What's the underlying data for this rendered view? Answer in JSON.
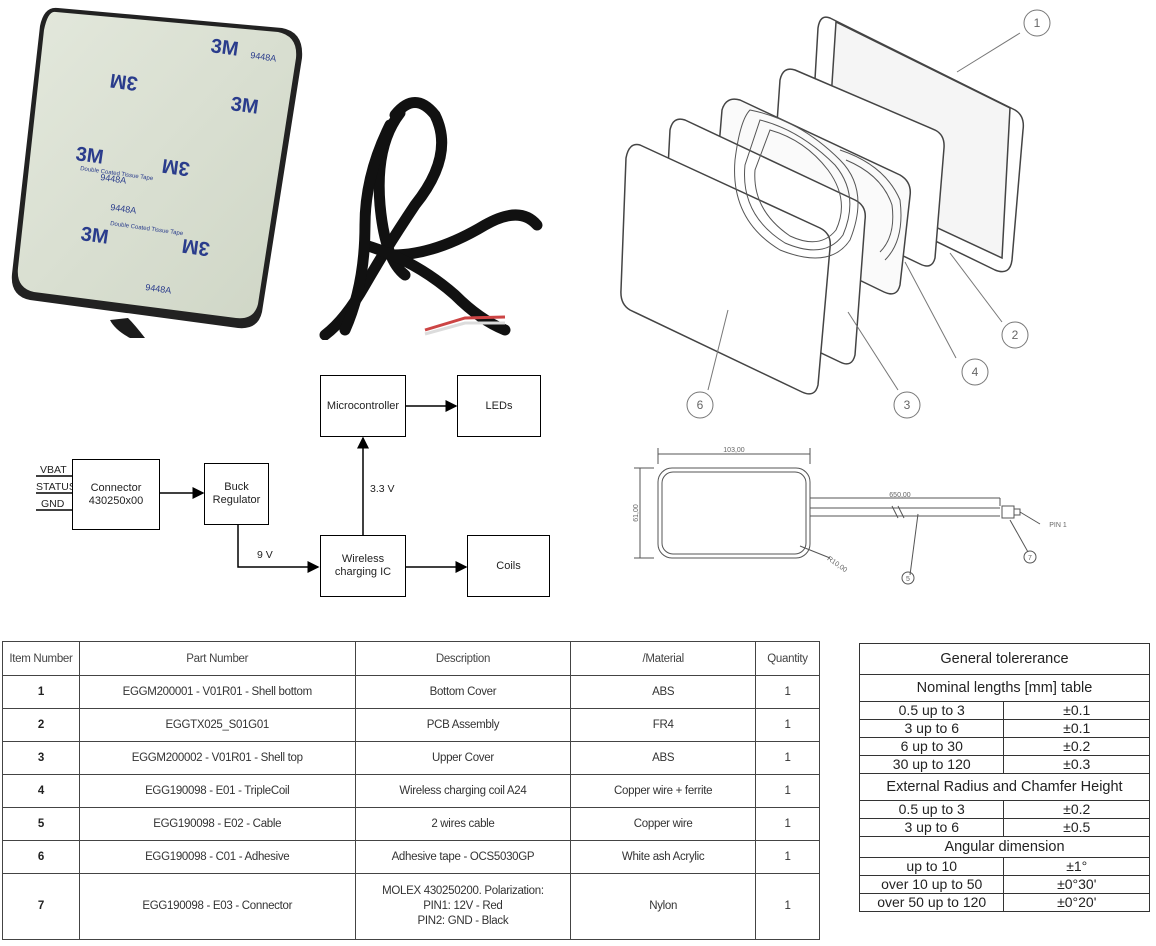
{
  "photo_pad": {
    "brand": "3M",
    "code": "9448A",
    "text": "Double Coated Tissue Tape"
  },
  "exploded_view": {
    "callouts": [
      "1",
      "2",
      "3",
      "4",
      "6"
    ]
  },
  "block_diagram": {
    "inputs": [
      "VBAT",
      "STATUS",
      "GND"
    ],
    "connector": "Connector 430250x00",
    "buck": "Buck Regulator",
    "mcu": "Microcontroller",
    "leds": "LEDs",
    "wireless_ic": "Wireless charging IC",
    "coils": "Coils",
    "voltage_9v": "9 V",
    "voltage_33v": "3.3 V"
  },
  "dimension_drawing": {
    "width": "103,00",
    "height": "61,00",
    "cable_length": "650,00",
    "radius": "R10,00",
    "pin": "PIN 1",
    "callout_5": "5",
    "callout_7": "7"
  },
  "parts_table": {
    "headers": [
      "Item Number",
      "Part Number",
      "Description",
      "/Material",
      "Quantity"
    ],
    "rows": [
      {
        "item": "1",
        "part": "EGGM200001 - V01R01 - Shell bottom",
        "desc": "Bottom Cover",
        "material": "ABS",
        "qty": "1"
      },
      {
        "item": "2",
        "part": "EGGTX025_S01G01",
        "desc": "PCB Assembly",
        "material": "FR4",
        "qty": "1"
      },
      {
        "item": "3",
        "part": "EGGM200002 - V01R01 - Shell top",
        "desc": "Upper Cover",
        "material": "ABS",
        "qty": "1"
      },
      {
        "item": "4",
        "part": "EGG190098 - E01 - TripleCoil",
        "desc": "Wireless charging coil A24",
        "material": "Copper wire + ferrite",
        "qty": "1"
      },
      {
        "item": "5",
        "part": "EGG190098 - E02 - Cable",
        "desc": "2 wires cable",
        "material": "Copper wire",
        "qty": "1"
      },
      {
        "item": "6",
        "part": "EGG190098 - C01 - Adhesive",
        "desc": "Adhesive tape - OCS5030GP",
        "material": "White ash Acrylic",
        "qty": "1"
      },
      {
        "item": "7",
        "part": "EGG190098 - E03 - Connector",
        "desc_lines": [
          "MOLEX 430250200. Polarization:",
          "PIN1: 12V - Red",
          "PIN2: GND - Black"
        ],
        "material": "Nylon",
        "qty": "1"
      }
    ]
  },
  "tolerance_table": {
    "title": "General tolererance",
    "section1": "Nominal lengths [mm] table",
    "rows1": [
      {
        "range": "0.5 up to 3",
        "tol": "±0.1"
      },
      {
        "range": "3 up to 6",
        "tol": "±0.1"
      },
      {
        "range": "6 up to 30",
        "tol": "±0.2"
      },
      {
        "range": "30 up to 120",
        "tol": "±0.3"
      }
    ],
    "section2": "External Radius and Chamfer Height",
    "rows2": [
      {
        "range": "0.5 up to 3",
        "tol": "±0.2"
      },
      {
        "range": "3 up to 6",
        "tol": "±0.5"
      }
    ],
    "section3": "Angular dimension",
    "rows3": [
      {
        "range": "up to 10",
        "tol": "±1°"
      },
      {
        "range": "over 10 up to 50",
        "tol": "±0°30'"
      },
      {
        "range": "over 50 up to 120",
        "tol": "±0°20'"
      }
    ]
  }
}
